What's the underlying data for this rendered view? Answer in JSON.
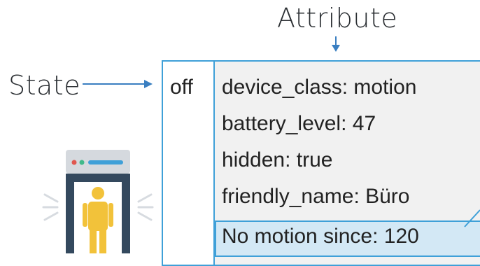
{
  "annotations": {
    "attribute_label": "Attribute",
    "state_label": "State"
  },
  "table": {
    "state_value": "off",
    "attributes": [
      "device_class: motion",
      "battery_level: 47",
      "hidden: true",
      "friendly_name: Büro",
      "No motion since: 120"
    ],
    "highlighted_row_index": 4
  },
  "colors": {
    "border": "#3fa0d8",
    "arrow": "#3a7fc1",
    "highlight": "#d3e8f5",
    "attribute_bg": "#f1f1f1"
  },
  "icons": {
    "gate": "metal-detector-gate-icon"
  }
}
